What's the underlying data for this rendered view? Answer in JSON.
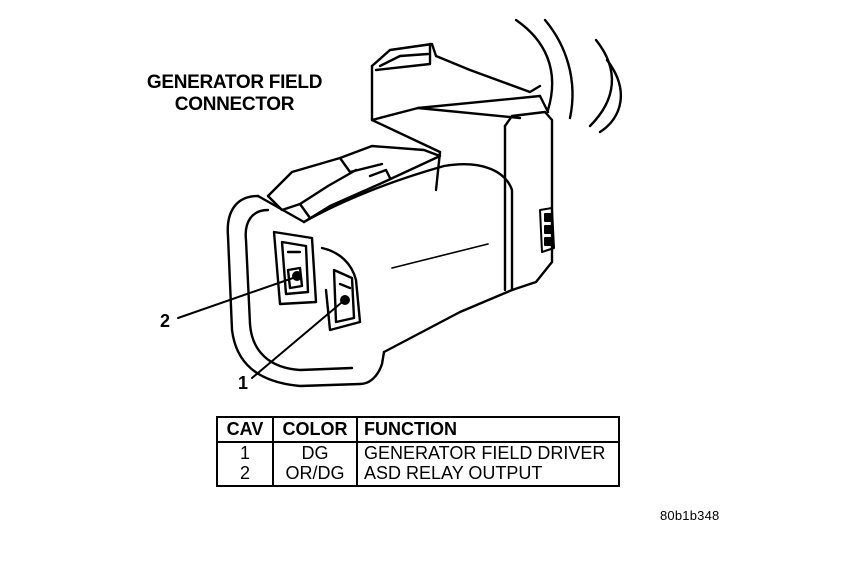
{
  "title": {
    "line1": "GENERATOR FIELD",
    "line2": "CONNECTOR"
  },
  "callouts": {
    "cavity_2": "2",
    "cavity_1": "1"
  },
  "pinout_table": {
    "headers": {
      "cav": "CAV",
      "color": "COLOR",
      "function": "FUNCTION"
    },
    "rows": [
      {
        "cav": "1",
        "color": "DG",
        "function": "GENERATOR FIELD DRIVER"
      },
      {
        "cav": "2",
        "color": "OR/DG",
        "function": "ASD RELAY OUTPUT"
      }
    ]
  },
  "reference_code": "80b1b348"
}
